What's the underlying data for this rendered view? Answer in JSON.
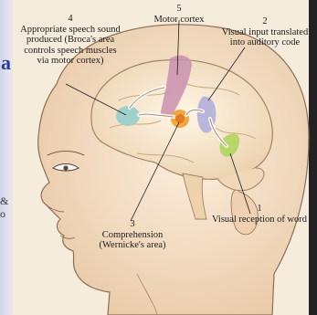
{
  "left_fragments": {
    "a": "a",
    "amp": "&",
    "to": "o"
  },
  "labels": {
    "step4": {
      "number": "4",
      "lines": [
        "Appropriate speech sound",
        "produced (Broca's area",
        "controls speech muscles",
        "via motor cortex)"
      ]
    },
    "step5": {
      "number": "5",
      "lines": [
        "Motor cortex"
      ]
    },
    "step2": {
      "number": "2",
      "lines": [
        "Visual input translated",
        "into auditory code"
      ]
    },
    "step3": {
      "number": "3",
      "lines": [
        "Comprehension",
        "(Wernicke's area)"
      ]
    },
    "step1": {
      "number": "1",
      "lines": [
        "Visual reception of word"
      ]
    }
  },
  "colors": {
    "motor_cortex": "#c98fae",
    "brocas_area": "#9fd0cc",
    "wernickes_area": "#f0a845",
    "auditory_code": "#b9b6dc",
    "visual_cortex": "#b7d66a",
    "skin": "#f3ddc2"
  }
}
